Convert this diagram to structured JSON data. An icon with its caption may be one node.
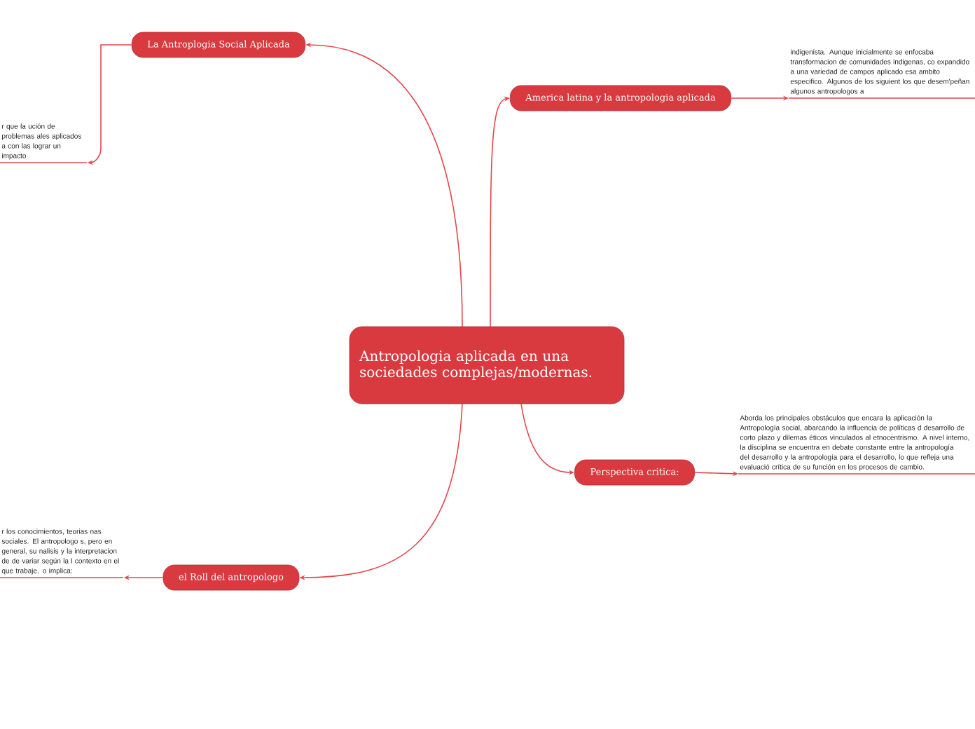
{
  "diagram": {
    "nodes": [
      {
        "text": [
          "Antropologia aplicada en una sociedades complejas/modernas."
        ]
      },
      {
        "text": [
          "La Antroplogia Social Aplicada"
        ]
      },
      {
        "text": [
          "America latina y la antropologia aplicada"
        ]
      },
      {
        "text": [
          "Perspectiva critica:"
        ]
      },
      {
        "text": [
          "el Roll del antropologo"
        ]
      },
      {
        "text": [
          "r que la ución de problemas ales aplicados a con las lograr un impacto"
        ]
      },
      {
        "text": [
          "indigenista. Aunque inicialmente se enfocaba transformacion de comunidades indigenas, co expandido a una variedad de campos aplicado esa ambito especifico. Algunos de los siguient los que desem'peñan algunos antropologos a"
        ]
      },
      {
        "text": [
          "Aborda los principales obstáculos que encara la aplicación la Antropología social, abarcando la influencia de políticas d desarrollo de corto plazo y dilemas éticos vinculados al etnocentrismo. A nivel interno, la disciplina se encuentra en debate constante entre la antropología del desarrollo y la antropología para el desarrollo, lo que refleja una evaluació crítica de su función en los procesos de cambio."
        ]
      },
      {
        "text": [
          "r los conocimientos, teorias nas sociales. El antropologo s, pero en general, su nalisis y la interpretacion de de variar según la l contexto en el que trabaje. o implica:"
        ]
      }
    ],
    "edges": [
      {
        "from": 0,
        "to": 1,
        "arrow": "to"
      },
      {
        "from": 0,
        "to": 2,
        "arrow": "to"
      },
      {
        "from": 0,
        "to": 3,
        "arrow": "to"
      },
      {
        "from": 0,
        "to": 4,
        "arrow": "to"
      },
      {
        "from": 1,
        "to": 5,
        "arrow": "to"
      },
      {
        "from": 2,
        "to": 6,
        "arrow": "to"
      },
      {
        "from": 3,
        "to": 7,
        "arrow": "to"
      },
      {
        "from": 4,
        "to": 8,
        "arrow": "to"
      }
    ]
  }
}
